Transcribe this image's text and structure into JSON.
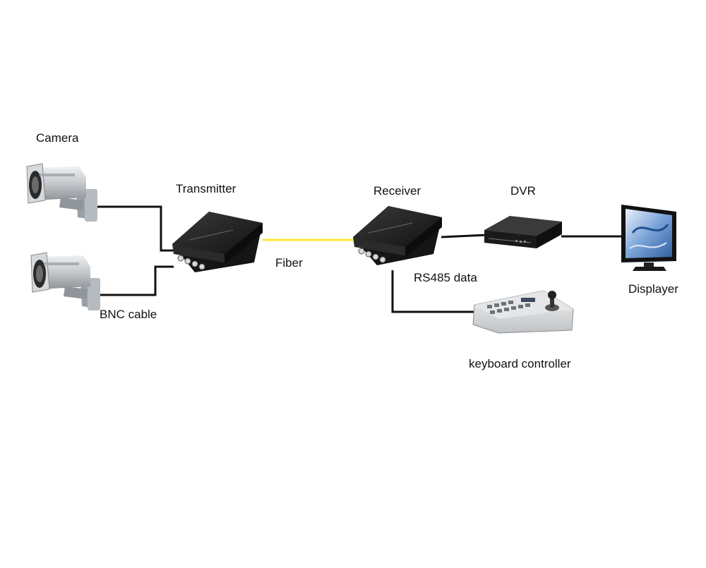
{
  "labels": {
    "camera": "Camera",
    "transmitter": "Transmitter",
    "receiver": "Receiver",
    "dvr": "DVR",
    "fiber": "Fiber",
    "rs485": "RS485 data",
    "bnc": "BNC cable",
    "displayer": "Displayer",
    "keyboard": "keyboard controller"
  },
  "colors": {
    "fiber": "#ffe83a",
    "cable": "#111111",
    "device_body": "#1b1b1b",
    "camera_body": "#c9ccd0",
    "screen": "#5a86c4"
  },
  "icons": [
    "camera-icon",
    "optical-transmitter-icon",
    "optical-receiver-icon",
    "dvr-icon",
    "monitor-icon",
    "keyboard-controller-icon"
  ]
}
